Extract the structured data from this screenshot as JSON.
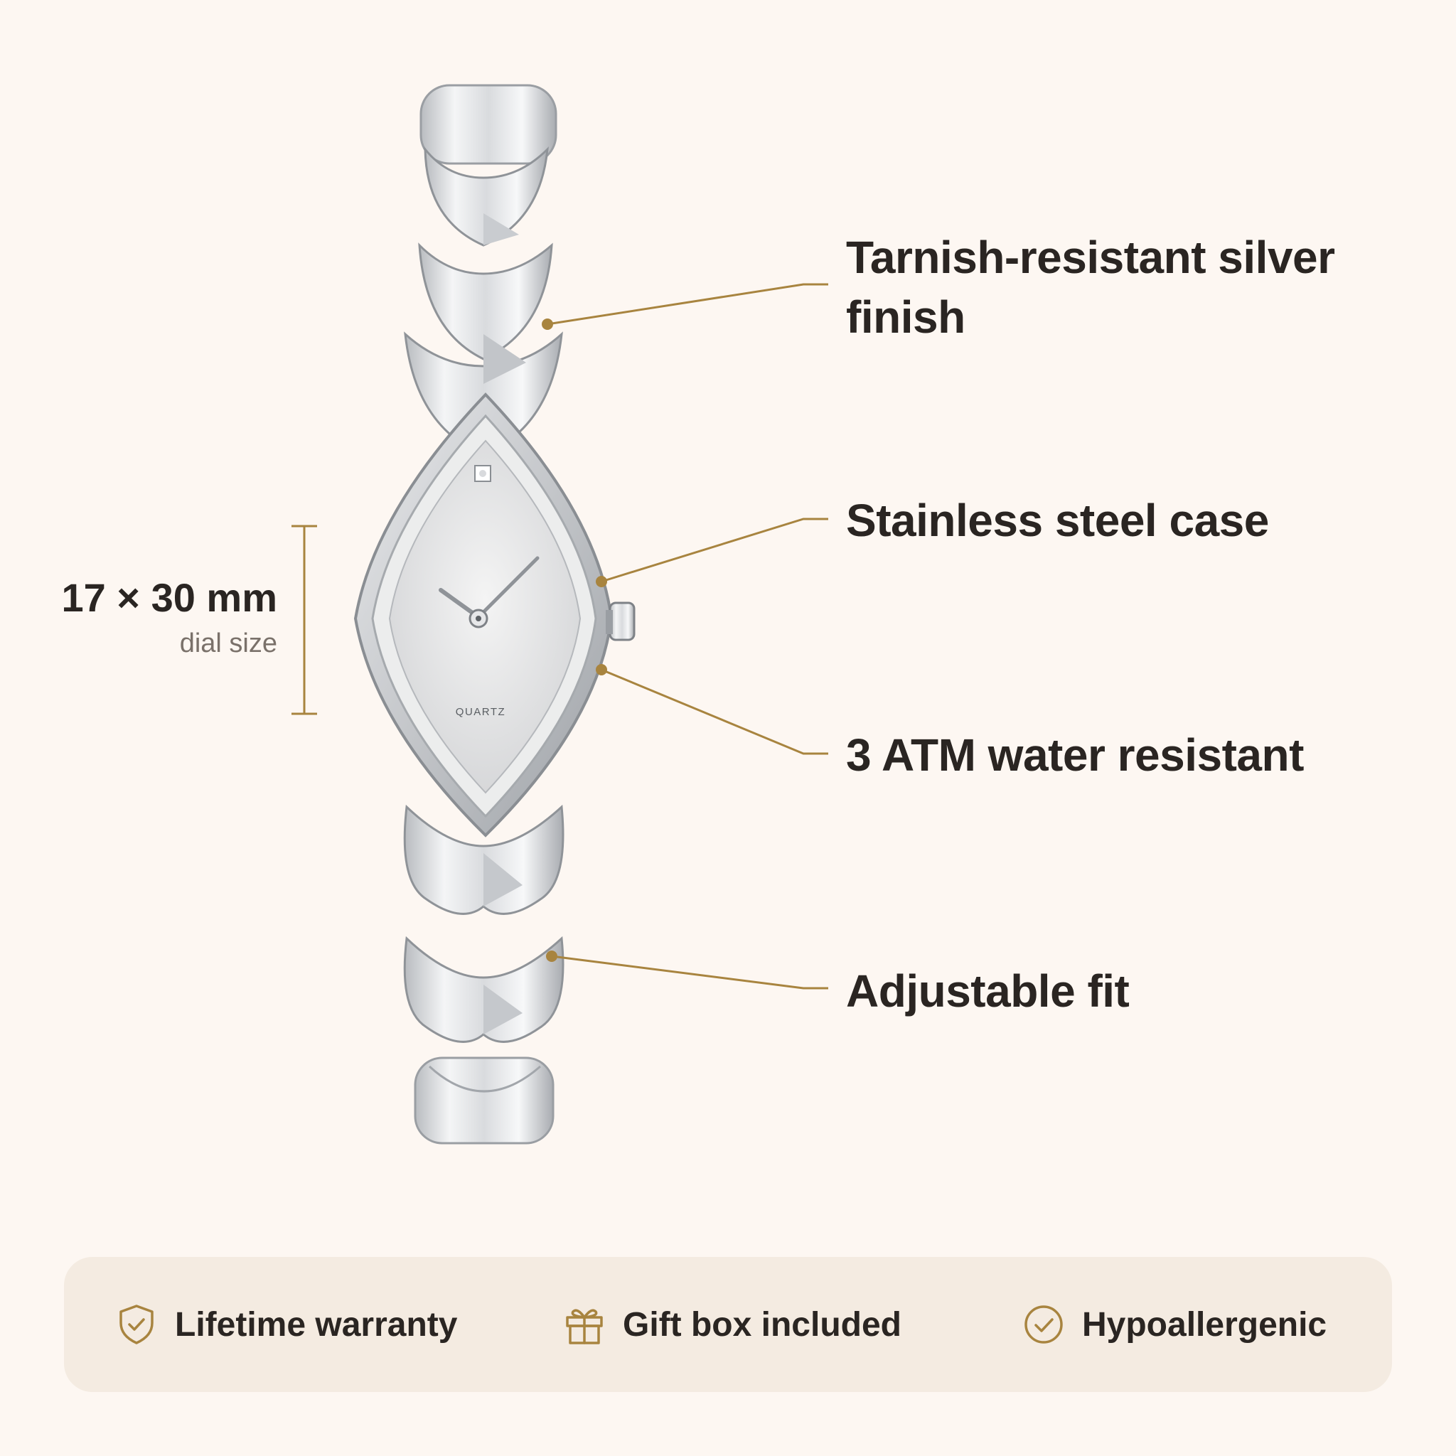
{
  "features": [
    {
      "label": "Tarnish-resistant silver finish"
    },
    {
      "label": "Stainless steel case"
    },
    {
      "label": "3 ATM water resistant"
    },
    {
      "label": "Adjustable fit"
    }
  ],
  "dimension": {
    "value": "17 × 30 mm",
    "caption": "dial size"
  },
  "dial": {
    "text": "QUARTZ"
  },
  "badges": [
    {
      "label": "Lifetime warranty",
      "icon": "shield-check-icon"
    },
    {
      "label": "Gift box included",
      "icon": "gift-icon"
    },
    {
      "label": "Hypoallergenic",
      "icon": "check-circle-icon"
    }
  ],
  "colors": {
    "background": "#fdf7f2",
    "accent": "#a8843f",
    "text": "#2a2522",
    "badge_bar": "#f4ebe1"
  }
}
